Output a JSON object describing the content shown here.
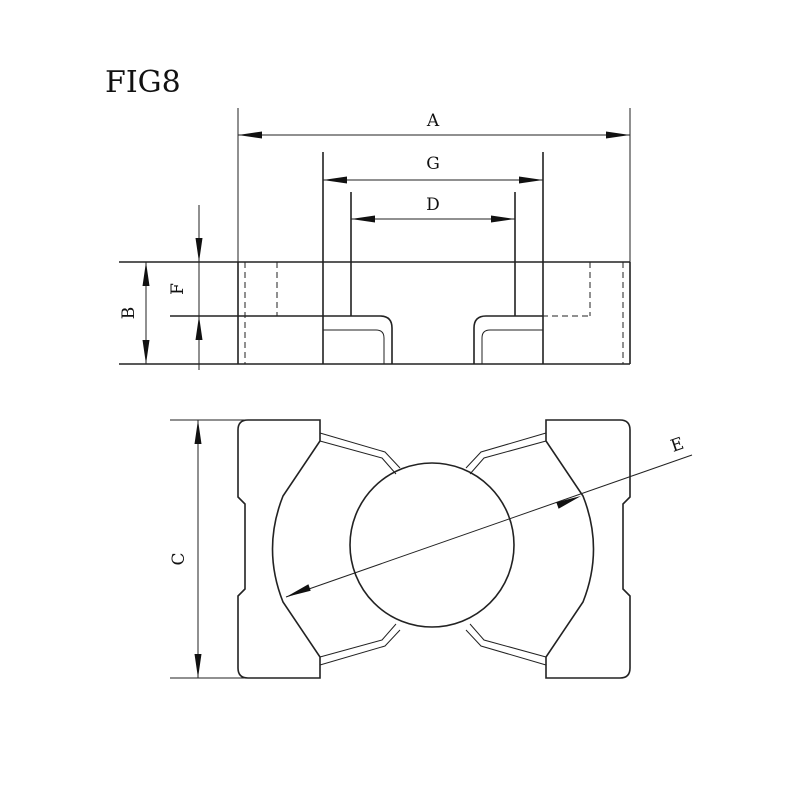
{
  "figure_title": "FIG8",
  "dimensions": {
    "a": "A",
    "b": "B",
    "c": "C",
    "d": "D",
    "e": "E",
    "f": "F",
    "g": "G"
  }
}
